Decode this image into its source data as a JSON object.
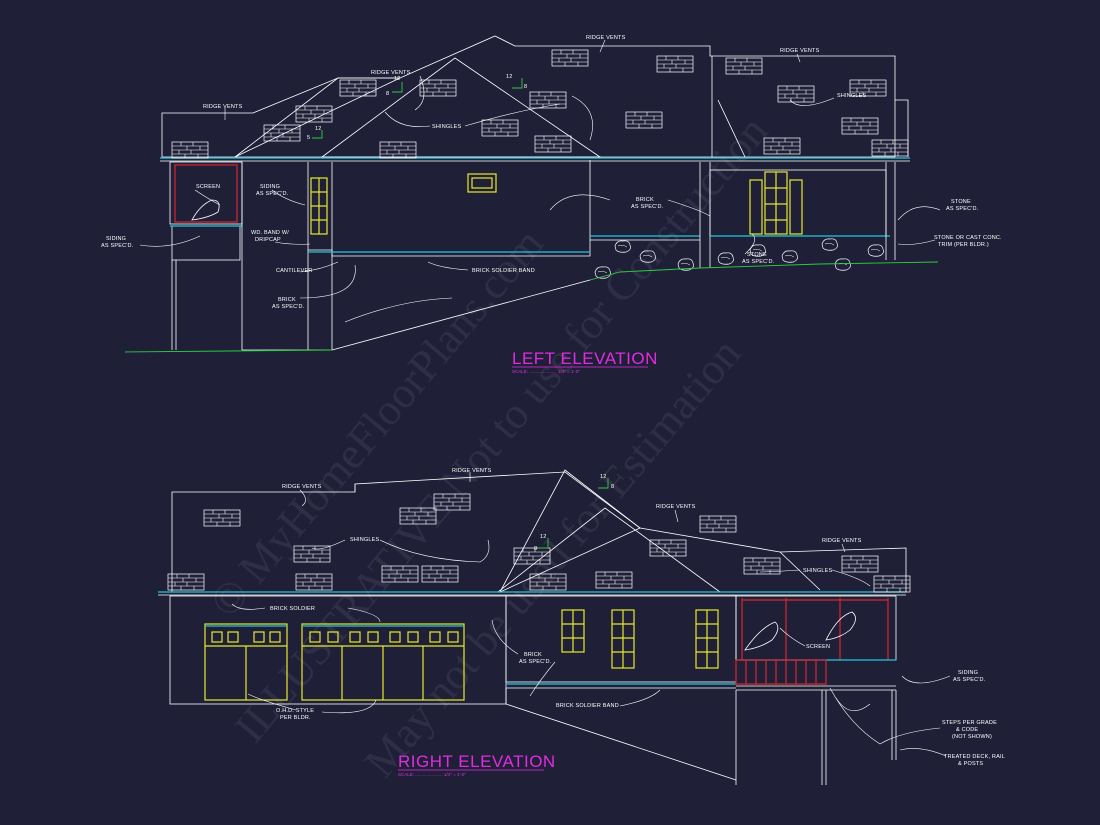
{
  "watermark": {
    "line1": "© MyHomeFloorPlans.com",
    "line2": "ILLUSTRATIVE Not to use for Construction",
    "line3": "May not be used for Estimation"
  },
  "left_elevation": {
    "title": "LEFT ELEVATION",
    "scale": "SCALE: ...................... 1/4\" = 1'-0\"",
    "labels": {
      "ridge_vents_1": "RIDGE VENTS",
      "ridge_vents_2": "RIDGE VENTS",
      "ridge_vents_3": "RIDGE VENTS",
      "ridge_vents_4": "RIDGE VENTS",
      "shingles_1": "SHINGLES",
      "shingles_2": "SHINGLES",
      "screen": "SCREEN",
      "siding_a": "SIDING",
      "siding_b": "AS SPEC'D.",
      "siding2_a": "SIDING",
      "siding2_b": "AS SPEC'D.",
      "wd_band_a": "WD. BAND W/",
      "wd_band_b": "DRIPCAP",
      "cantilever": "CANTILEVER",
      "brick_a": "BRICK",
      "brick_b": "AS SPEC'D.",
      "brick2_a": "BRICK",
      "brick2_b": "AS SPEC'D.",
      "brick_soldier_band": "BRICK SOLDIER BAND",
      "stone_a": "STONE",
      "stone_b": "AS SPEC'D.",
      "stone2_a": "STONE",
      "stone2_b": "AS SPEC'D.",
      "stone_trim_a": "STONE OR CAST CONC.",
      "stone_trim_b": "TRIM (PER BLDR.)",
      "pitch_12a": "12",
      "pitch_8a": "8",
      "pitch_12b": "12",
      "pitch_8b": "8",
      "pitch_12c": "12",
      "pitch_5c": "5"
    }
  },
  "right_elevation": {
    "title": "RIGHT ELEVATION",
    "scale": "SCALE: ...................... 1/4\" = 1'-0\"",
    "labels": {
      "ridge_vents_1": "RIDGE VENTS",
      "ridge_vents_2": "RIDGE VENTS",
      "ridge_vents_3": "RIDGE VENTS",
      "ridge_vents_4": "RIDGE VENTS",
      "shingles_1": "SHINGLES",
      "shingles_2": "SHINGLES",
      "brick_soldier": "BRICK SOLDIER",
      "brick_a": "BRICK",
      "brick_b": "AS SPEC'D.",
      "screen": "SCREEN",
      "ohd_a": "O.H.D. STYLE",
      "ohd_b": "PER BLDR.",
      "brick_soldier_band": "BRICK SOLDIER BAND",
      "siding_a": "SIDING",
      "siding_b": "AS SPEC'D.",
      "steps_a": "STEPS PER GRADE",
      "steps_b": "& CODE",
      "steps_c": "(NOT SHOWN)",
      "deck_a": "TREATED DECK, RAIL",
      "deck_b": "& POSTS",
      "pitch_12a": "12",
      "pitch_8a": "8",
      "pitch_12b": "12",
      "pitch_8b": "8"
    }
  },
  "colors": {
    "background": "#1f2038",
    "linework": "#ffffff",
    "fascia": "#24c6d9",
    "windows": "#e8e82c",
    "deck": "#d9262e",
    "grade": "#2ecc40",
    "title": "#e22be0"
  }
}
